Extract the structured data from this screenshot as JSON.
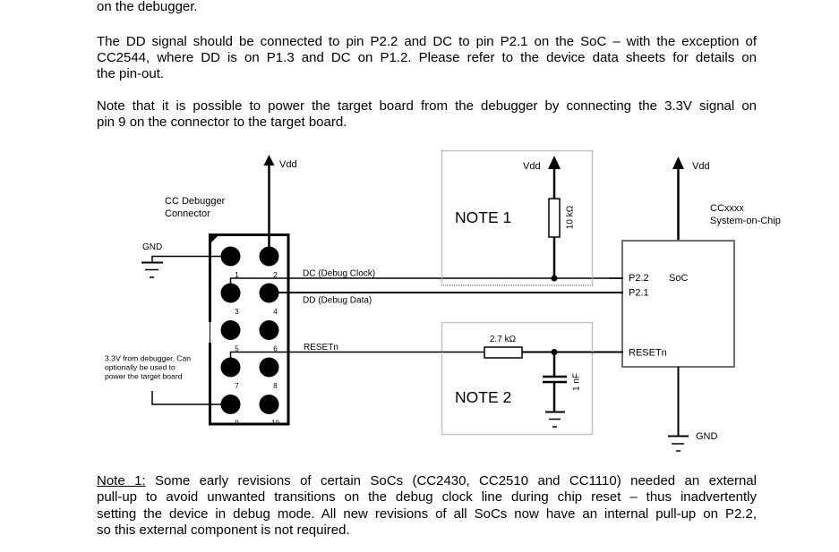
{
  "document": {
    "intro_tail": "on the debugger.",
    "paragraph_pins": [
      "The DD signal should be connected to pin P2.2 and DC to pin P2.1 on the SoC – with the exception of",
      "CC2544, where DD is on P1.3 and DC on P1.2. Please refer to the device data sheets for details on",
      "the pin-out."
    ],
    "paragraph_power": [
      "Note that it is possible to power the target board from the debugger by connecting the 3.3V signal on",
      "pin 9 on the connector to the target board."
    ],
    "note1": {
      "label": "Note 1:",
      "line1_rest": "Some early revisions of certain SoCs (CC2430, CC2510 and CC1110) needed an external",
      "lines": [
        "pull-up to avoid unwanted transitions on the debug clock line during chip reset – thus inadvertently",
        "setting the device in debug mode. All new revisions of all SoCs now have an internal pull-up on P2.2,",
        "so this external component is not required."
      ]
    }
  },
  "diagram": {
    "connector": {
      "title_lines": [
        "CC Debugger",
        "Connector"
      ],
      "pins": [
        "1",
        "2",
        "3",
        "4",
        "5",
        "6",
        "7",
        "8",
        "9",
        "10"
      ],
      "gnd_label": "GND",
      "vdd_label": "Vdd",
      "power_note_lines": [
        "3.3V from debugger. Can",
        "optionally be used to",
        "power the target board"
      ]
    },
    "signals": {
      "dc": "DC (Debug Clock)",
      "dd": "DD (Debug Data)",
      "reset": "RESETn"
    },
    "note1_box": {
      "label": "NOTE 1",
      "vdd_label": "Vdd",
      "resistor": "10 kΩ"
    },
    "note2_box": {
      "label": "NOTE 2",
      "resistor": "2.7 kΩ",
      "capacitor": "1 nF"
    },
    "soc": {
      "title_lines": [
        "CCxxxx",
        "System-on-Chip"
      ],
      "name": "SoC",
      "pins": [
        "P2.2",
        "P2.1",
        "RESETn"
      ],
      "vdd_label": "Vdd",
      "gnd_label": "GND"
    }
  }
}
